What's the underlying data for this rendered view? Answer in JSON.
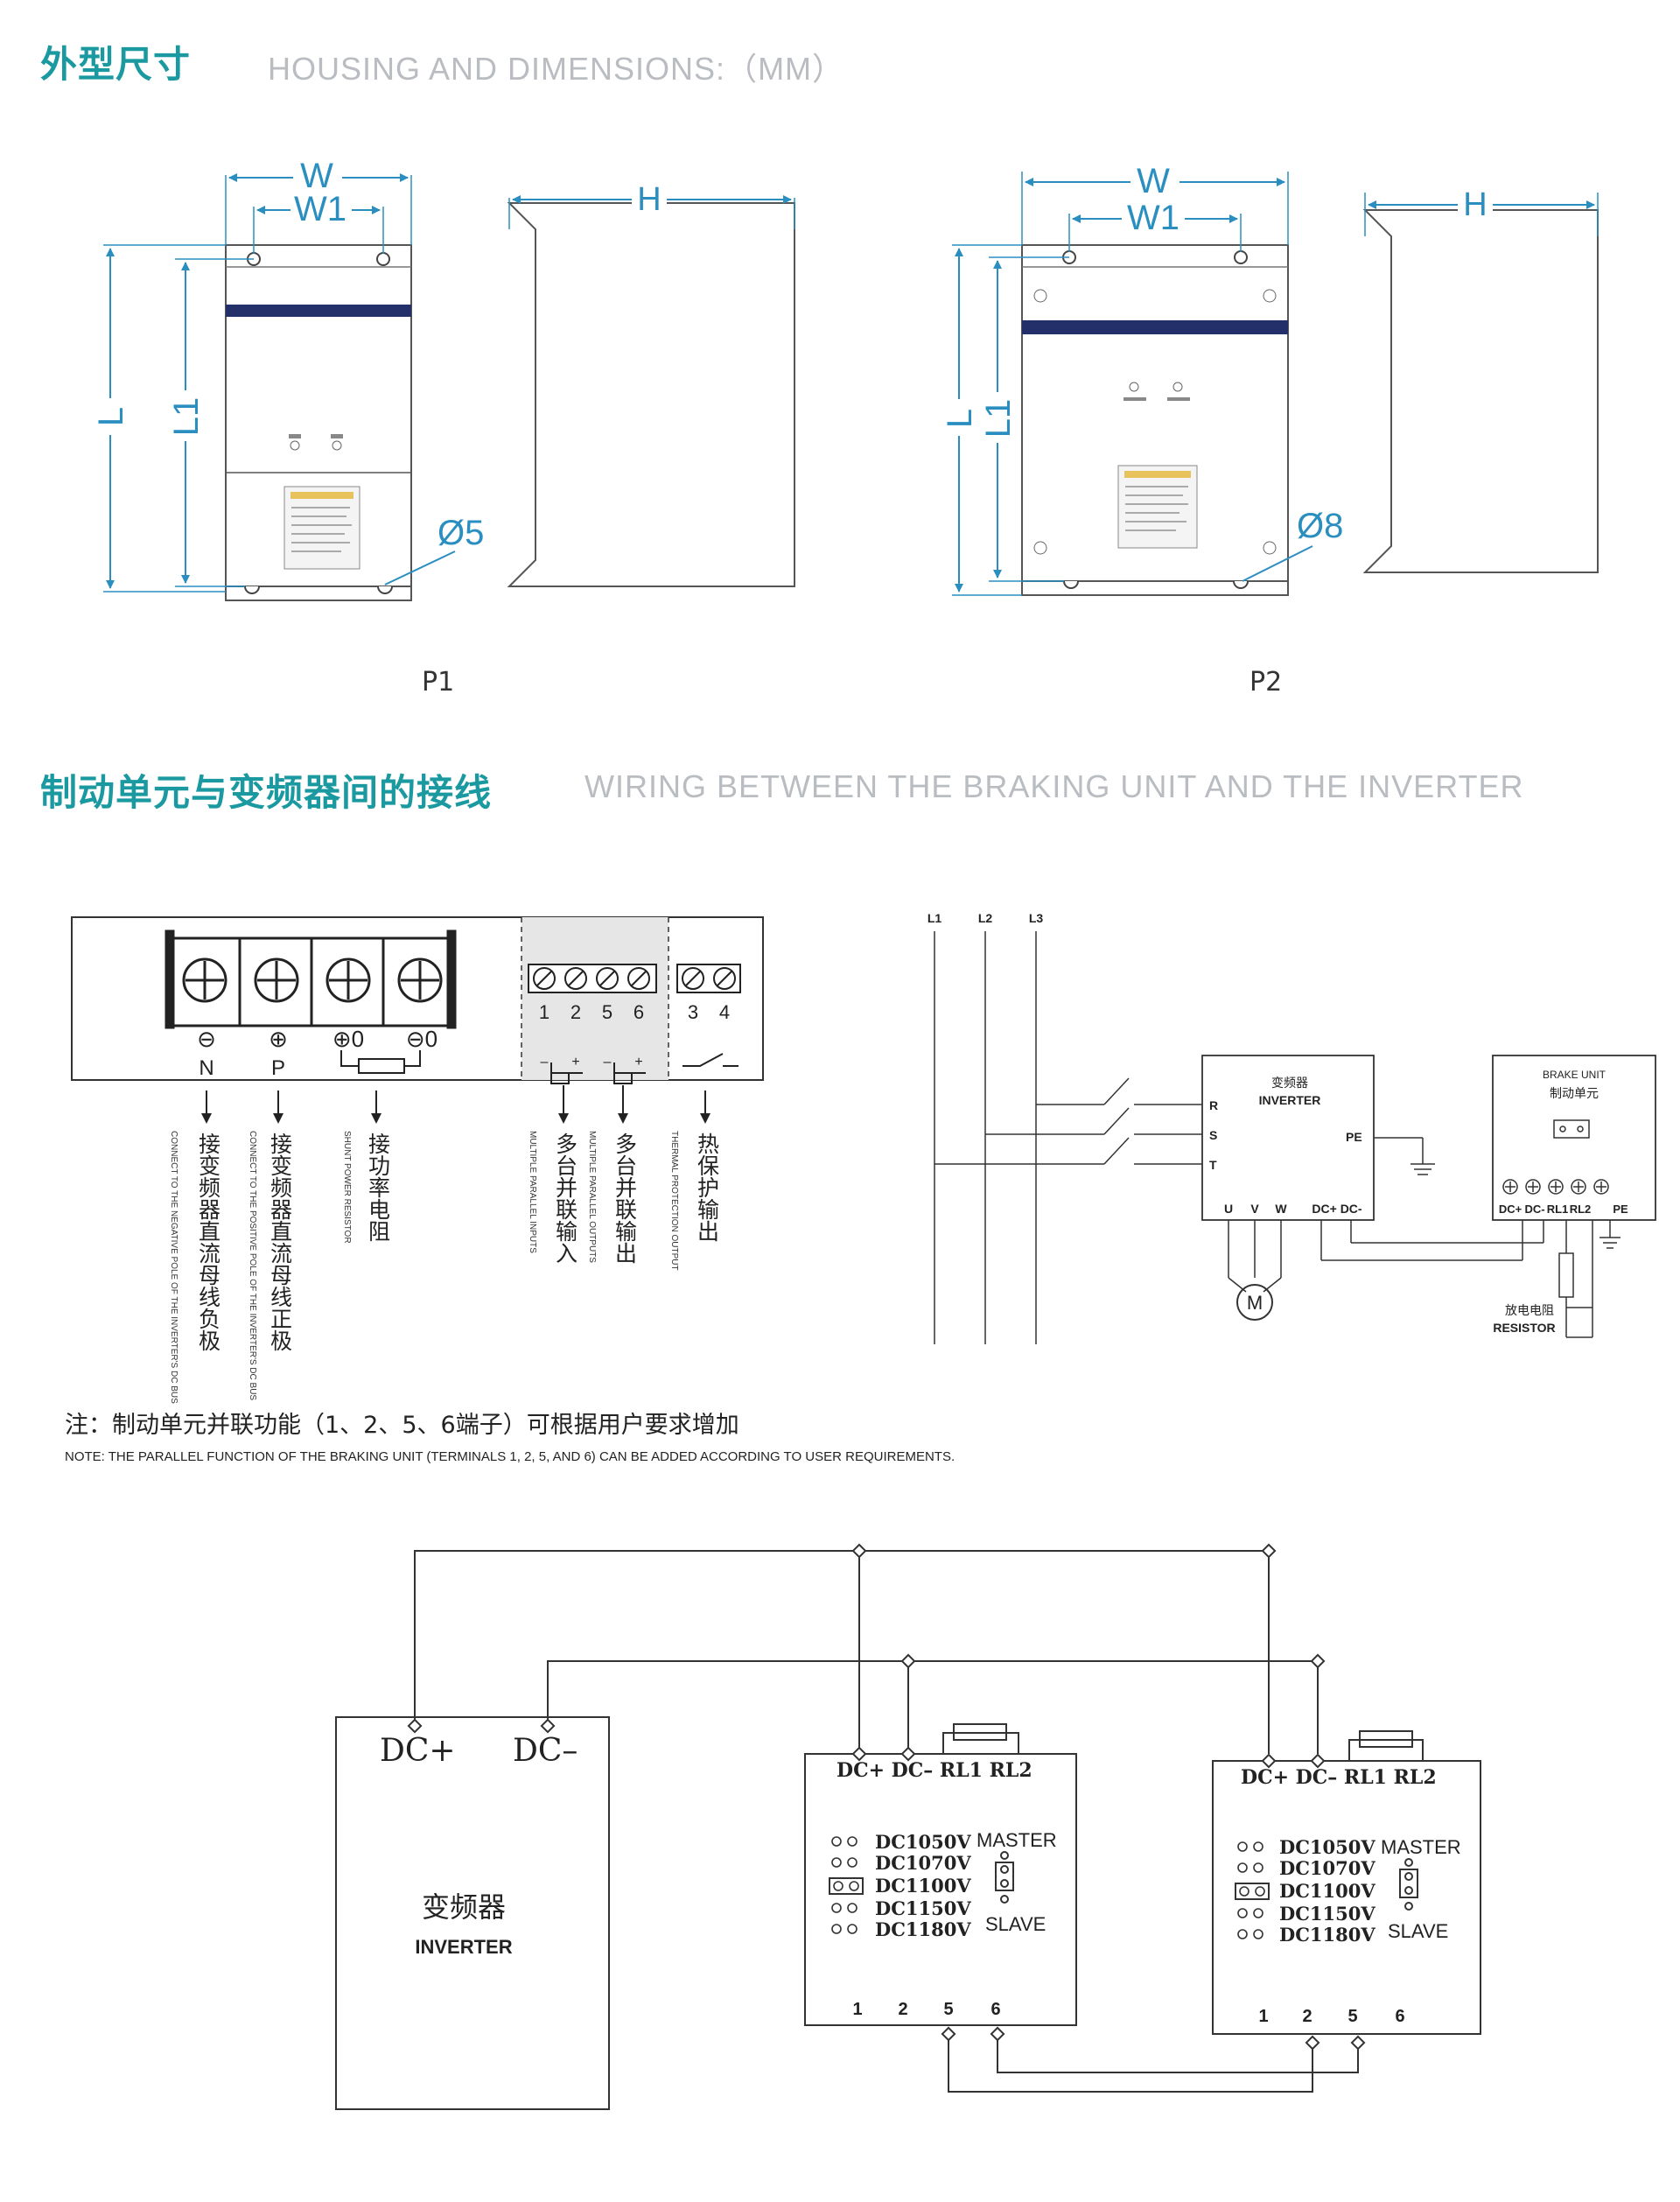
{
  "sections": {
    "housing": {
      "title_cn": "外型尺寸",
      "title_en": "HOUSING AND DIMENSIONS:（MM）"
    },
    "wiring": {
      "title_cn": "制动单元与变频器间的接线",
      "title_en": "WIRING BETWEEN THE BRAKING UNIT AND THE INVERTER"
    }
  },
  "dims": {
    "W": "W",
    "W1": "W1",
    "H": "H",
    "L": "L",
    "L1": "L1",
    "hole_p1": "Ø5",
    "hole_p2": "Ø8",
    "caption_p1": "P1",
    "caption_p2": "P2"
  },
  "terminals": {
    "main_symbols": [
      "⊖",
      "⊕",
      "⊕0",
      "⊖0"
    ],
    "main_labels": [
      "N",
      "P"
    ],
    "small_numbers": [
      "1",
      "2",
      "5",
      "6",
      "3",
      "4"
    ],
    "polarity": [
      "–",
      "+",
      "–",
      "+"
    ],
    "desc_cn": [
      "接变频器直流母线负极",
      "接变频器直流母线正极",
      "接功率电阻",
      "多台并联输入",
      "多台并联输出",
      "热保护输出"
    ],
    "desc_en": [
      "CONNECT TO THE NEGATIVE POLE OF THE INVERTER'S DC BUS",
      "CONNECT TO THE POSITIVE POLE OF THE INVERTER'S DC BUS",
      "SHUNT POWER RESISTOR",
      "MULTIPLE PARALLEL INPUTS",
      "MULTIPLE PARALLEL OUTPUTS",
      "THERMAL PROTECTION OUTPUT"
    ]
  },
  "note": {
    "cn": "注：制动单元并联功能（1、2、5、6端子）可根据用户要求增加",
    "en": "NOTE: THE PARALLEL FUNCTION OF THE BRAKING UNIT (TERMINALS 1, 2, 5, AND 6) CAN BE ADDED ACCORDING TO USER REQUIREMENTS."
  },
  "wiring_diagram": {
    "lines": [
      "L1",
      "L2",
      "L3"
    ],
    "inverter_cn": "变频器",
    "inverter_en": "INVERTER",
    "inputs": [
      "R",
      "S",
      "T"
    ],
    "outputs": [
      "U",
      "V",
      "W"
    ],
    "dc": "DC+ DC-",
    "pe": "PE",
    "motor": "M",
    "brake_en": "BRAKE UNIT",
    "brake_cn": "制动单元",
    "brake_terminals": [
      "DC+",
      "DC-",
      "RL1",
      "RL2",
      "PE"
    ],
    "resistor_cn": "放电电阻",
    "resistor_en": "RESISTOR"
  },
  "parallel_diagram": {
    "inverter_dcp": "DC+",
    "inverter_dcm": "DC–",
    "inverter_cn": "变频器",
    "inverter_en": "INVERTER",
    "unit_terminals": "DC+ DC– RL1   RL2",
    "voltages": [
      "DC1050V",
      "DC1070V",
      "DC1100V",
      "DC1150V",
      "DC1180V"
    ],
    "master": "MASTER",
    "slave": "SLAVE",
    "bottom_terminals": [
      "1",
      "2",
      "5",
      "6"
    ]
  }
}
